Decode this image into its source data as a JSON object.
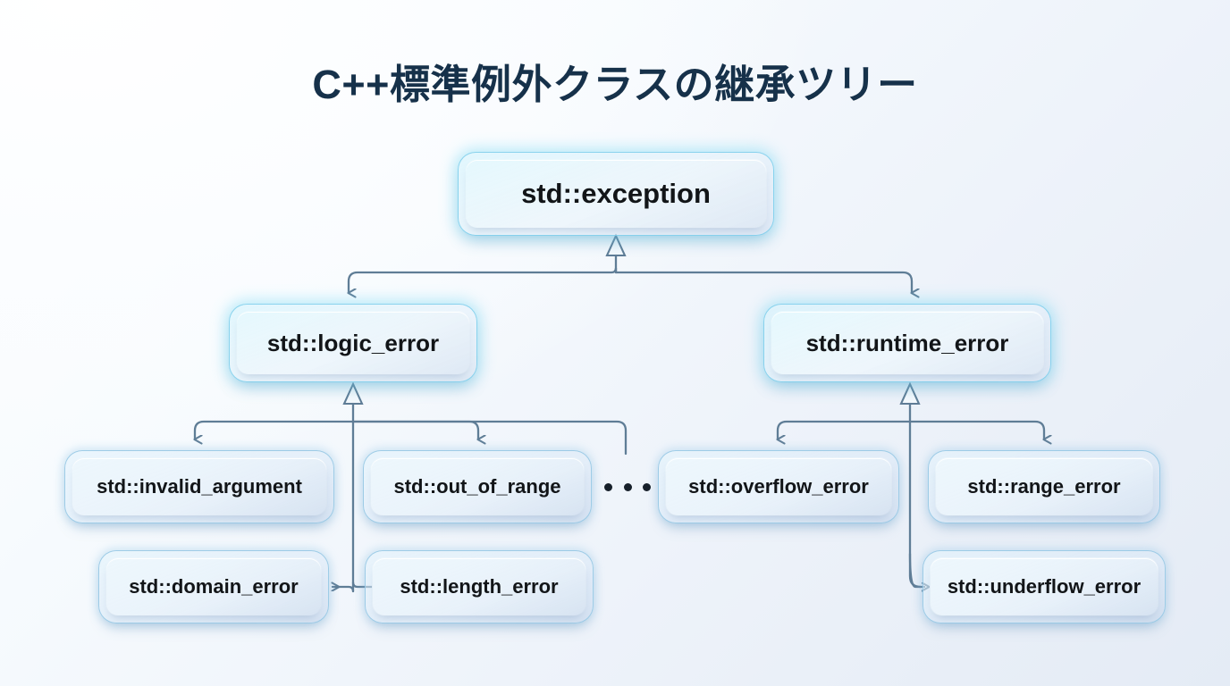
{
  "page": {
    "title": "C++標準例外クラスの継承ツリー",
    "background_from": "#ffffff",
    "background_to": "#e4ebf5",
    "title_color": "#16314a",
    "node_glow_color": "#6ed7f5",
    "connector_color": "#5f7d96"
  },
  "diagram": {
    "type": "inheritance-tree",
    "root": {
      "id": "exception",
      "label": "std::exception",
      "level": 1
    },
    "level2": [
      {
        "id": "logic_error",
        "label": "std::logic_error",
        "level": 2,
        "parent": "std::exception"
      },
      {
        "id": "runtime_error",
        "label": "std::runtime_error",
        "level": 2,
        "parent": "std::exception"
      }
    ],
    "level3_left": [
      {
        "id": "invalid_argument",
        "label": "std::invalid_argument",
        "level": 3,
        "parent": "std::logic_error"
      },
      {
        "id": "out_of_range",
        "label": "std::out_of_range",
        "level": 3,
        "parent": "std::logic_error"
      }
    ],
    "level3_right": [
      {
        "id": "overflow_error",
        "label": "std::overflow_error",
        "level": 3,
        "parent": "std::runtime_error"
      },
      {
        "id": "range_error",
        "label": "std::range_error",
        "level": 3,
        "parent": "std::runtime_error"
      }
    ],
    "level4_left": [
      {
        "id": "domain_error",
        "label": "std::domain_error",
        "level": 4,
        "parent": "std::logic_error"
      },
      {
        "id": "length_error",
        "label": "std::length_error",
        "level": 4,
        "parent": "std::logic_error"
      }
    ],
    "level4_right": [
      {
        "id": "underflow_error",
        "label": "std::underflow_error",
        "level": 4,
        "parent": "std::runtime_error"
      }
    ],
    "more_indicator": {
      "id": "ellipsis",
      "label": "···",
      "meaning": "more-logic-error-subclasses"
    }
  }
}
